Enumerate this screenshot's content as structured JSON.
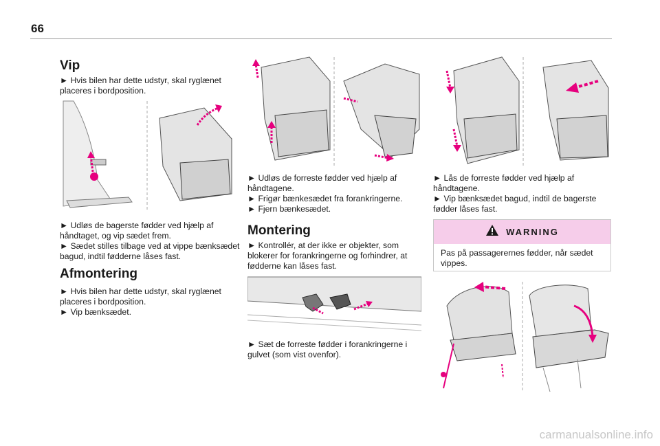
{
  "page": {
    "number": "66"
  },
  "sections": {
    "vip": {
      "heading": "Vip",
      "text1": "► Hvis bilen har dette udstyr, skal ryglænet\nplaceres i bordposition.",
      "text2": "► Udløs de bagerste fødder ved hjælp af\nhåndtaget, og vip sædet frem.\n► Sædet stilles tilbage ved at vippe bænksædet\nbagud, indtil fødderne låses fast."
    },
    "afmontering": {
      "heading": "Afmontering",
      "text": "► Hvis bilen har dette udstyr, skal ryglænet\nplaceres i bordposition.\n► Vip bænksædet."
    },
    "middle": {
      "text1": "► Udløs de forreste fødder ved hjælp af\nhåndtagene.\n► Frigør bænkesædet fra forankringerne.\n► Fjern bænkesædet."
    },
    "montering": {
      "heading": "Montering",
      "text1": "► Kontrollér, at der ikke er objekter, som\nblokerer for forankringerne og forhindrer, at\nfødderne kan låses fast.",
      "text2": "► Sæt de forreste fødder i forankringerne i\ngulvet (som vist ovenfor)."
    },
    "right": {
      "text1": "► Lås de forreste fødder ved hjælp af\nhåndtagene.\n► Vip bænksædet bagud, indtil de bagerste\nfødder låses fast."
    }
  },
  "warning": {
    "title": "WARNING",
    "text": "Pas på passagerernes fødder, når sædet\nvippes."
  },
  "watermark": "carmanualsonline.info",
  "colors": {
    "accent": "#e6007e",
    "warning_bg": "#f6cdea"
  }
}
